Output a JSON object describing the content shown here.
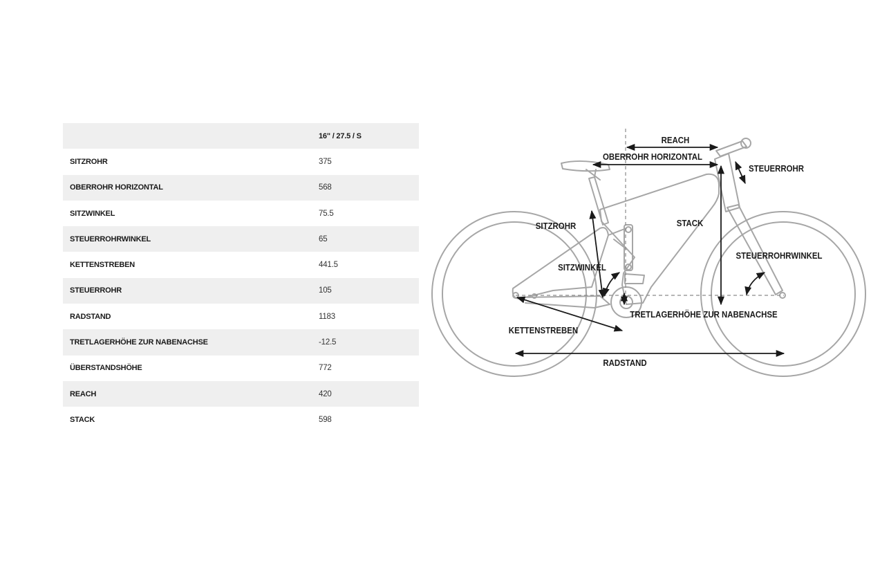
{
  "table": {
    "header_size": "16\" / 27.5 / S",
    "rows": [
      {
        "label": "SITZROHR",
        "value": "375"
      },
      {
        "label": "OBERROHR HORIZONTAL",
        "value": "568"
      },
      {
        "label": "SITZWINKEL",
        "value": "75.5"
      },
      {
        "label": "STEUERROHRWINKEL",
        "value": "65"
      },
      {
        "label": "KETTENSTREBEN",
        "value": "441.5"
      },
      {
        "label": "STEUERROHR",
        "value": "105"
      },
      {
        "label": "RADSTAND",
        "value": "1183"
      },
      {
        "label": "TRETLAGERHÖHE ZUR NABENACHSE",
        "value": "-12.5"
      },
      {
        "label": "ÜBERSTANDSHÖHE",
        "value": "772"
      },
      {
        "label": "REACH",
        "value": "420"
      },
      {
        "label": "STACK",
        "value": "598"
      }
    ]
  },
  "diagram": {
    "labels": {
      "reach": "REACH",
      "oberrohr": "OBERROHR HORIZONTAL",
      "steuerrohr": "STEUERROHR",
      "sitzrohr": "SITZROHR",
      "stack": "STACK",
      "steuerrohrwinkel": "STEUERROHRWINKEL",
      "sitzwinkel": "SITZWINKEL",
      "tretlager": "TRETLAGERHÖHE ZUR NABENACHSE",
      "kettenstreben": "KETTENSTREBEN",
      "radstand": "RADSTAND"
    },
    "colors": {
      "frame": "#a6a6a6",
      "arrows": "#1a1a1a"
    }
  }
}
